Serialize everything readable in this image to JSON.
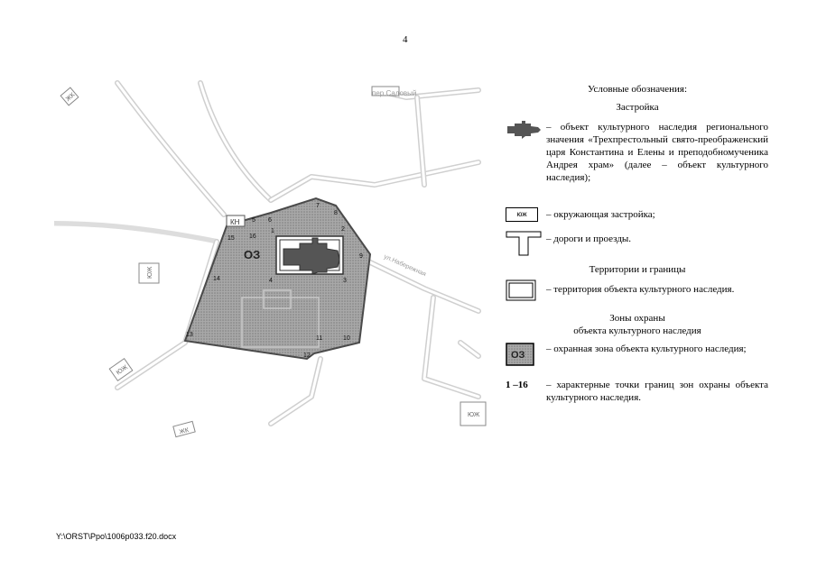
{
  "page_number": "4",
  "map": {
    "street_label_1": "пер.Садовый",
    "street_label_2": "ул.Набережная",
    "zone_label": "ОЗ",
    "kn_label": "КН",
    "building_labels": [
      "ЖК",
      "ЮЖ",
      "ЮЖ",
      "ЮЖ",
      "ЖК"
    ],
    "points": [
      "1",
      "2",
      "3",
      "4",
      "5",
      "6",
      "7",
      "8",
      "9",
      "10",
      "11",
      "12",
      "13",
      "14",
      "15",
      "16"
    ],
    "colors": {
      "zone_fill": "#9a9a9a",
      "zone_border": "#444444",
      "object_fill": "#555555",
      "road_line": "#c8c8c8"
    }
  },
  "legend": {
    "title": "Условные обозначения:",
    "section_buildings": "Застройка",
    "object_text": "– объект культурного наследия регионального значения «Трехпрестольный свято-преображенский царя Константина и Елены и преподобномученика Андрея храм» (далее – объект культурного наследия);",
    "surrounding_symbol": "юж",
    "surrounding_text": "– окружающая застройка;",
    "roads_text": "– дороги и проезды.",
    "section_territories": "Территории и границы",
    "territory_text": "– территория объекта культурного наследия.",
    "section_zones_line1": "Зоны охраны",
    "section_zones_line2": "объекта культурного наследия",
    "zone_symbol": "ОЗ",
    "zone_text": "– охранная зона объекта культурного наследия;",
    "points_symbol": "1 –16",
    "points_text": "– характерные точки границ зон охраны объекта культурного наследия."
  },
  "footer": "Y:\\ORST\\Ppo\\1006p033.f20.docx"
}
